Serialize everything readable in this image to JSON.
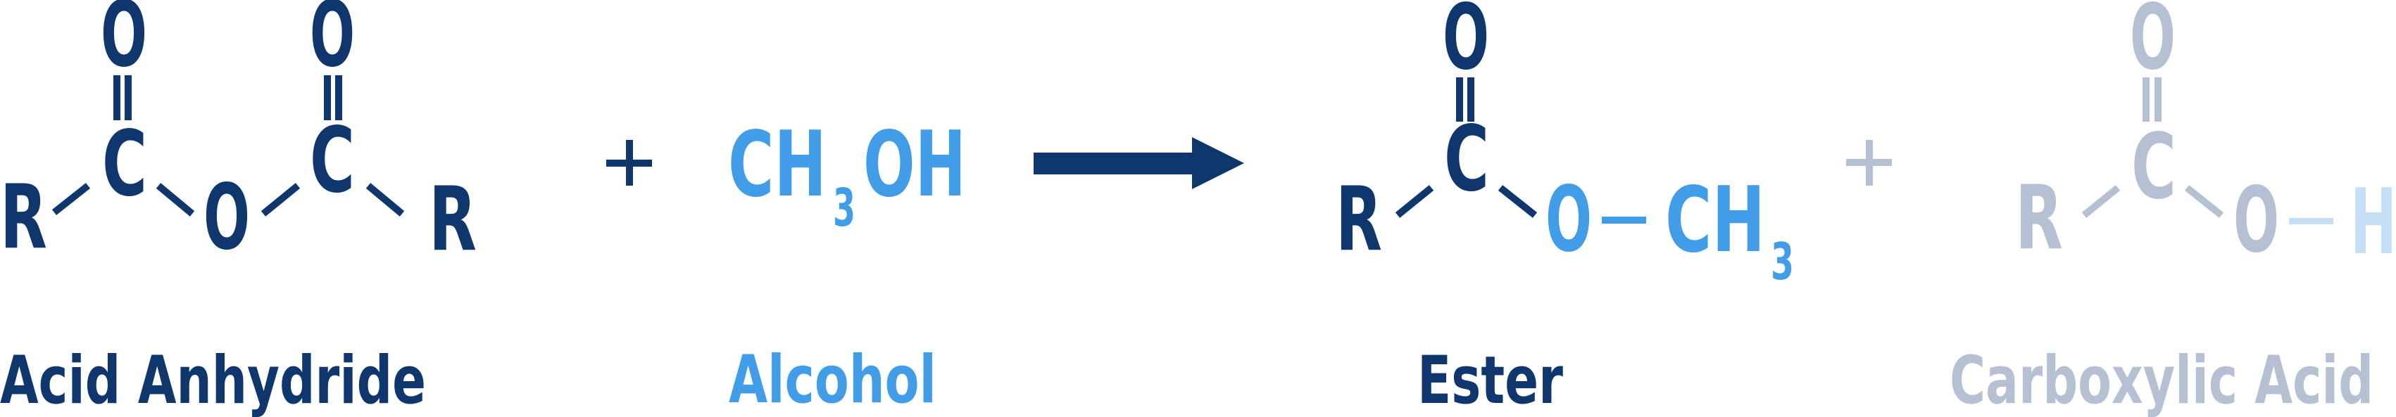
{
  "colors": {
    "navy": "#0f366d",
    "blue": "#419de8",
    "grey": "#b5c0d2",
    "pale_blue": "#c5e0f6",
    "background": "#ffffff"
  },
  "reaction": {
    "type": "esterification (acid anhydride + alcohol)",
    "reactants": [
      {
        "name": "Acid Anhydride",
        "atoms": {
          "o_top_1": "O",
          "c_1": "C",
          "r_left": "R",
          "o_bridge": "O",
          "o_top_2": "O",
          "c_2": "C",
          "r_right": "R"
        }
      },
      {
        "name": "Alcohol",
        "formula": {
          "main_1": "CH",
          "sub": "3",
          "main_2": "OH"
        }
      }
    ],
    "operators": {
      "plus_1": "+",
      "plus_2": "+",
      "arrow": "→"
    },
    "products": [
      {
        "name": "Ester",
        "atoms": {
          "o_top": "O",
          "c": "C",
          "r": "R",
          "o_single": "O",
          "ch": "CH",
          "sub": "3"
        }
      },
      {
        "name": "Carboxylic Acid",
        "atoms": {
          "o_top": "O",
          "c": "C",
          "r": "R",
          "o_single": "O",
          "h": "H"
        }
      }
    ]
  },
  "labels": {
    "acid_anhydride": "Acid Anhydride",
    "alcohol": "Alcohol",
    "ester": "Ester",
    "carboxylic_acid": "Carboxylic Acid"
  }
}
